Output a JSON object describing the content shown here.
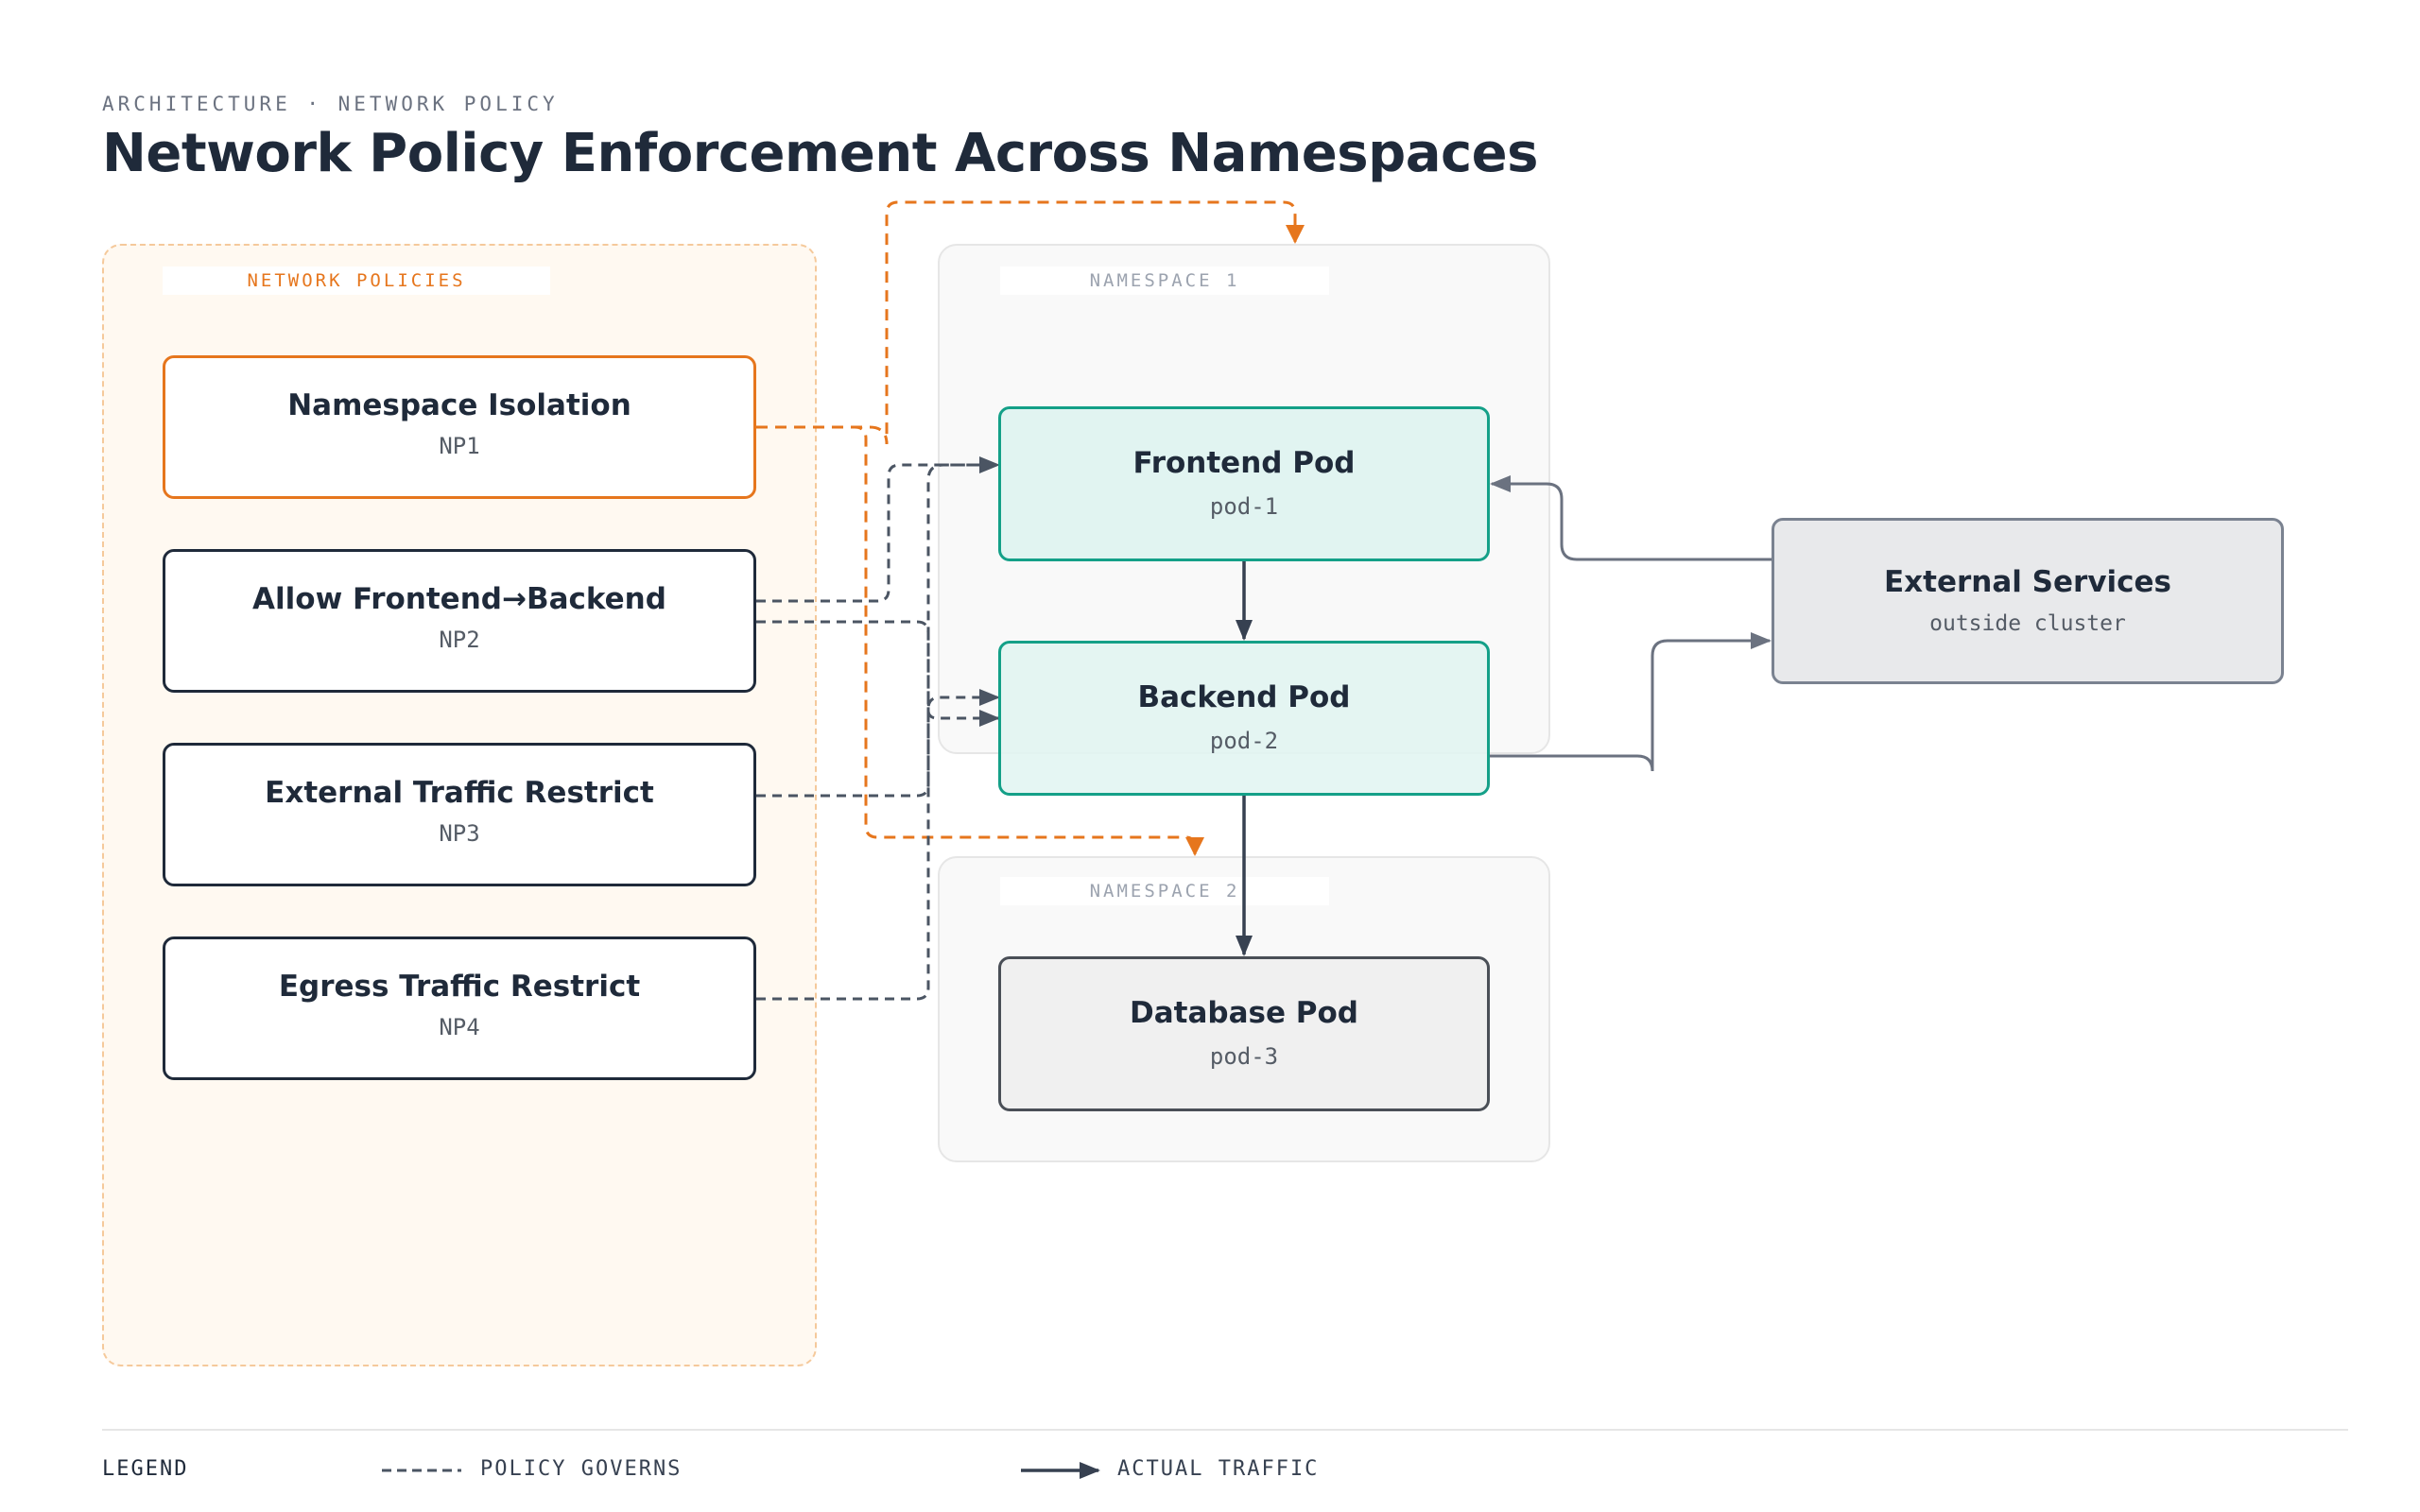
{
  "header": {
    "kicker": "ARCHITECTURE · NETWORK POLICY",
    "title": "Network Policy Enforcement Across Namespaces"
  },
  "groups": {
    "policies": "NETWORK POLICIES",
    "namespace1": "NAMESPACE 1",
    "namespace2": "NAMESPACE 2"
  },
  "policies": [
    {
      "title": "Namespace Isolation",
      "id": "NP1"
    },
    {
      "title": "Allow Frontend→Backend",
      "id": "NP2"
    },
    {
      "title": "External Traffic Restrict",
      "id": "NP3"
    },
    {
      "title": "Egress Traffic Restrict",
      "id": "NP4"
    }
  ],
  "pods": {
    "frontend": {
      "title": "Frontend Pod",
      "id": "pod-1"
    },
    "backend": {
      "title": "Backend Pod",
      "id": "pod-2"
    },
    "database": {
      "title": "Database Pod",
      "id": "pod-3"
    }
  },
  "external": {
    "title": "External Services",
    "subtitle": "outside cluster"
  },
  "legend": {
    "title": "LEGEND",
    "policy_governs": "POLICY GOVERNS",
    "actual_traffic": "ACTUAL TRAFFIC"
  },
  "colors": {
    "accent_orange": "#e6761d",
    "teal": "#14a088",
    "ink": "#1f2a3a",
    "edge_gray": "#6b7280"
  }
}
